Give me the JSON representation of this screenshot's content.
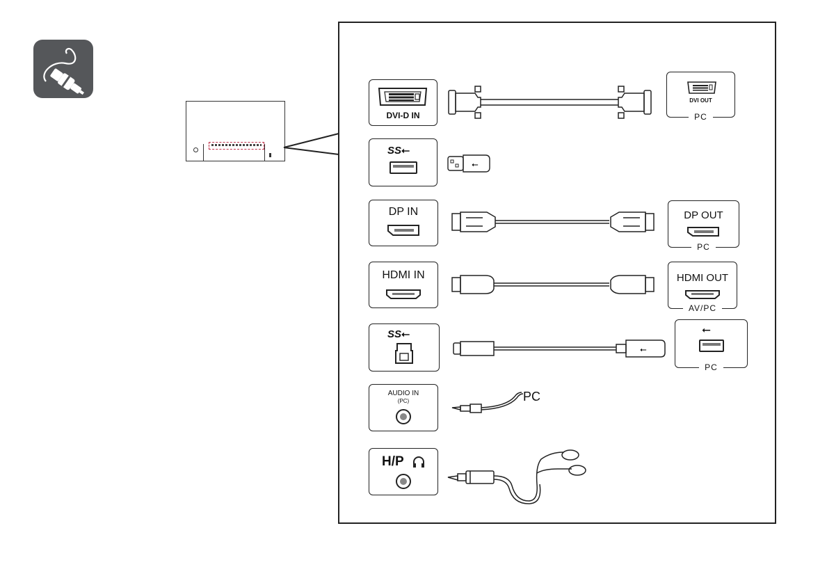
{
  "icon": {
    "name": "cable-connection-icon",
    "bg_color": "#55575a"
  },
  "monitor": {
    "highlight_color": "#c0304a"
  },
  "ports": [
    {
      "label": "DVI-D IN"
    },
    {
      "label": ""
    },
    {
      "label": "DP IN"
    },
    {
      "label": "HDMI IN"
    },
    {
      "label": ""
    },
    {
      "label": "AUDIO IN",
      "sublabel": "(PC)"
    },
    {
      "label": "H/P"
    }
  ],
  "sources": {
    "dvi": {
      "label": "DVI OUT",
      "tag": "PC"
    },
    "dp": {
      "label": "DP OUT",
      "tag": "PC"
    },
    "hdmi": {
      "label": "HDMI OUT",
      "tag": "AV/PC"
    },
    "usb": {
      "tag": "PC"
    },
    "audio_end": "PC"
  }
}
